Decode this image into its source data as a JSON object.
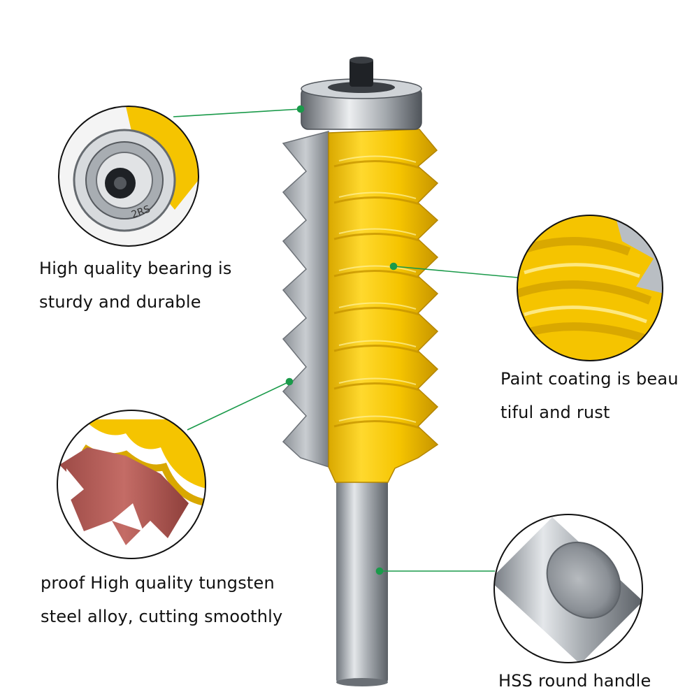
{
  "captions": {
    "bearing": {
      "line1": "High quality bearing is",
      "line2": "sturdy and durable"
    },
    "paint": {
      "line1": "Paint coating is beau",
      "line2": "tiful and rust"
    },
    "tungsten": {
      "line1": "proof High quality tungsten",
      "line2": "steel alloy, cutting smoothly"
    },
    "handle": {
      "line1": "HSS round handle"
    }
  },
  "colors": {
    "coating": "#f5c400",
    "leader_line": "#1a9a4a",
    "steel": "#9aa0a6",
    "tungsten": "#b45a55"
  },
  "bearing_marking": "2RS"
}
